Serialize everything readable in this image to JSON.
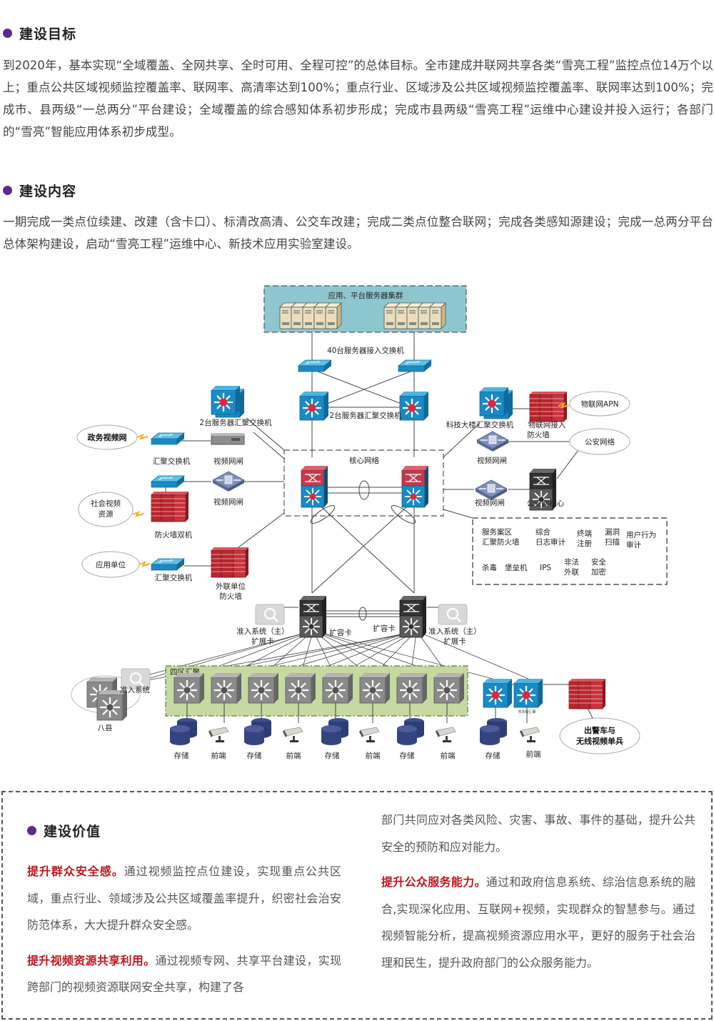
{
  "sections": {
    "goal": {
      "title": "建设目标",
      "text": "到2020年，基本实现“全域覆盖、全网共享、全时可用、全程可控”的总体目标。全市建成并联网共享各类“雪亮工程”监控点位14万个以上；重点公共区域视频监控覆盖率、联网率、高清率达到100%；重点行业、区域涉及公共区域视频监控覆盖率、联网率达到100%；完成市、县两级“一总两分”平台建设；全域覆盖的综合感知体系初步形成；完成市县两级“雪亮工程”运维中心建设并投入运行；各部门的“雪亮”智能应用体系初步成型。"
    },
    "content": {
      "title": "建设内容",
      "text": "一期完成一类点位续建、改建（含卡口）、标清改高清、公交车改建；完成二类点位整合联网；完成各类感知源建设；完成一总两分平台总体架构建设，启动“雪亮工程”运维中心、新技术应用实验室建设。"
    },
    "value": {
      "title": "建设价值",
      "items": [
        {
          "highlight": "提升群众安全感。",
          "text": "通过视频监控点位建设，实现重点公共区域，重点行业、领域涉及公共区域覆盖率提升，织密社会治安防范体系，大大提升群众安全感。"
        },
        {
          "highlight": "提升视频资源共享利用。",
          "text": "通过视频专网、共享平台建设，实现跨部门的视频资源联网安全共享，构建了各",
          "continued": "部门共同应对各类风险、灾害、事故、事件的基础，提升公共安全的预防和应对能力。"
        },
        {
          "highlight": "提升公众服务能力。",
          "text": "通过和政府信息系统、综治信息系统的融合,实现深化应用、互联网+视频，实现群众的智慧参与。通过视频智能分析，提高视频资源应用水平，更好的服务于社会治理和民生，提升政府部门的公众服务能力。"
        }
      ]
    }
  },
  "diagram": {
    "server_cluster": "应用、平台服务器集群",
    "access_switch": "40台服务器接入交换机",
    "agg_switch_center": "2台服务器汇聚交换机",
    "agg_switch_left": "2台服务器汇聚交换机",
    "core_network": "核心网络",
    "gov_video_net": "政务视频网",
    "agg_switch_1": "汇聚交换机",
    "video_gate_1": "视频网闸",
    "video_gate_2": "视频网闸",
    "social_video_1": "社会视频",
    "social_video_2": "资源",
    "firewall_dual": "防火墙双机",
    "app_unit": "应用单位",
    "agg_switch_2": "汇聚交换机",
    "ext_fw_1": "外联单位",
    "ext_fw_2": "防火墙",
    "tech_building_switch": "科技大楼汇聚交换机",
    "iot_fw_1": "物联网接入",
    "iot_fw_2": "防火墙",
    "iot_apn": "物联网APN",
    "public_security_net": "公安网络",
    "video_gate_3": "视频网闸",
    "video_gate_4": "视频网闸",
    "ps_core": "公安网核心",
    "security_box": [
      [
        "服务案区",
        "汇聚防火墙"
      ],
      [
        "综合",
        "日志审计"
      ],
      [
        "终端",
        "注册"
      ],
      [
        "漏洞",
        "扫描"
      ],
      [
        "用户行为",
        "审计"
      ],
      [
        "杀毒"
      ],
      [
        "堡垒机"
      ],
      [
        "IPS"
      ],
      [
        "非法",
        "外联"
      ],
      [
        "安全",
        "加密"
      ]
    ],
    "nac_left_1": "准入系统（主）",
    "nac_left_2": "扩展卡",
    "nac_right_1": "准入系统（主）",
    "nac_right_2": "扩展卡",
    "expansion_card_1": "扩容卡",
    "expansion_card_2": "扩容卡",
    "four_district": "四区汇聚",
    "nac": "准入系统",
    "eight_counties": "八县",
    "city_agg": "市本级汇聚",
    "storage": "存储",
    "frontend": "前端",
    "police_car_1": "出警车与",
    "police_car_2": "无线视频单兵"
  },
  "colors": {
    "bullet": "#5b2a8c",
    "highlight": "#c0161d",
    "cluster_bg": "#8ec6cf",
    "district_bg": "#c5d9a0",
    "switch_blue": "#1b8ac4",
    "firewall_red": "#b8262e"
  }
}
